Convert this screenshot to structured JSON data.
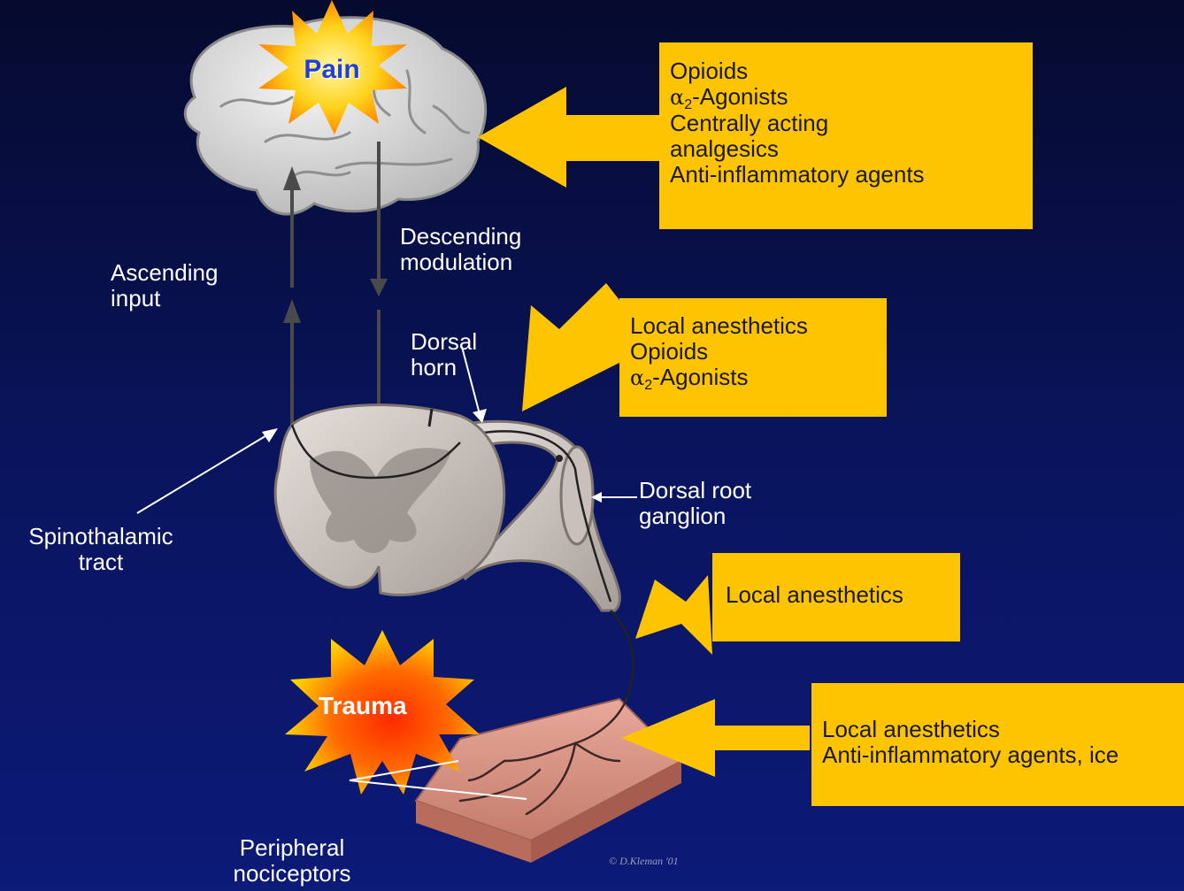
{
  "stars": {
    "pain": "Pain",
    "trauma": "Trauma"
  },
  "boxes": {
    "brain": {
      "line1": "Opioids",
      "line2_greek": "α",
      "line2_sub": "2",
      "line2_rest": "-Agonists",
      "line3": "Centrally acting",
      "line4": "analgesics",
      "line5": "Anti-inflammatory agents"
    },
    "dorsal_horn": {
      "line1": "Local anesthetics",
      "line2": "Opioids",
      "line3_greek": "α",
      "line3_sub": "2",
      "line3_rest": "-Agonists"
    },
    "nerve": {
      "line1": "Local anesthetics"
    },
    "periphery": {
      "line1": "Local anesthetics",
      "line2": "Anti-inflammatory agents, ice"
    }
  },
  "labels": {
    "descending": [
      "Descending",
      "modulation"
    ],
    "ascending": [
      "Ascending",
      "input"
    ],
    "dorsal_horn": [
      "Dorsal",
      "horn"
    ],
    "dorsal_root_ganglion": [
      "Dorsal root",
      "ganglion"
    ],
    "spinothalamic": [
      "Spinothalamic",
      "tract"
    ],
    "peripheral_nociceptors": [
      "Peripheral",
      "nociceptors"
    ],
    "copyright": "© D.Kleman '01"
  },
  "colors": {
    "box_fill": "#ffc400",
    "background": "#0a1560",
    "pain_text": "#1f3fd6",
    "trauma_text": "#ffffff"
  }
}
